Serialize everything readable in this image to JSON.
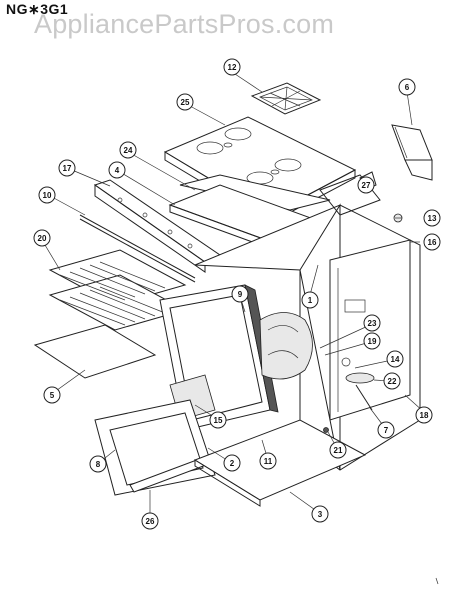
{
  "header": {
    "model_code": "NG∗3G1",
    "watermark": "AppliancePartsPros.com"
  },
  "callouts": [
    {
      "id": "c12",
      "label": "12"
    },
    {
      "id": "c6",
      "label": "6"
    },
    {
      "id": "c25a",
      "label": "25"
    },
    {
      "id": "c24",
      "label": "24"
    },
    {
      "id": "c17",
      "label": "17"
    },
    {
      "id": "c4",
      "label": "4"
    },
    {
      "id": "c10",
      "label": "10"
    },
    {
      "id": "c27",
      "label": "27"
    },
    {
      "id": "c13",
      "label": "13"
    },
    {
      "id": "c16",
      "label": "16"
    },
    {
      "id": "c20",
      "label": "20"
    },
    {
      "id": "c1",
      "label": "1"
    },
    {
      "id": "c9",
      "label": "9"
    },
    {
      "id": "c23",
      "label": "23"
    },
    {
      "id": "c19a",
      "label": "19"
    },
    {
      "id": "c14",
      "label": "14"
    },
    {
      "id": "c22",
      "label": "22"
    },
    {
      "id": "c5",
      "label": "5"
    },
    {
      "id": "c15",
      "label": "15"
    },
    {
      "id": "c7",
      "label": "7"
    },
    {
      "id": "c18",
      "label": "18"
    },
    {
      "id": "c8",
      "label": "8"
    },
    {
      "id": "c2",
      "label": "2"
    },
    {
      "id": "c11",
      "label": "11"
    },
    {
      "id": "c21",
      "label": "21"
    },
    {
      "id": "c3",
      "label": "3"
    },
    {
      "id": "c26",
      "label": "26"
    }
  ]
}
